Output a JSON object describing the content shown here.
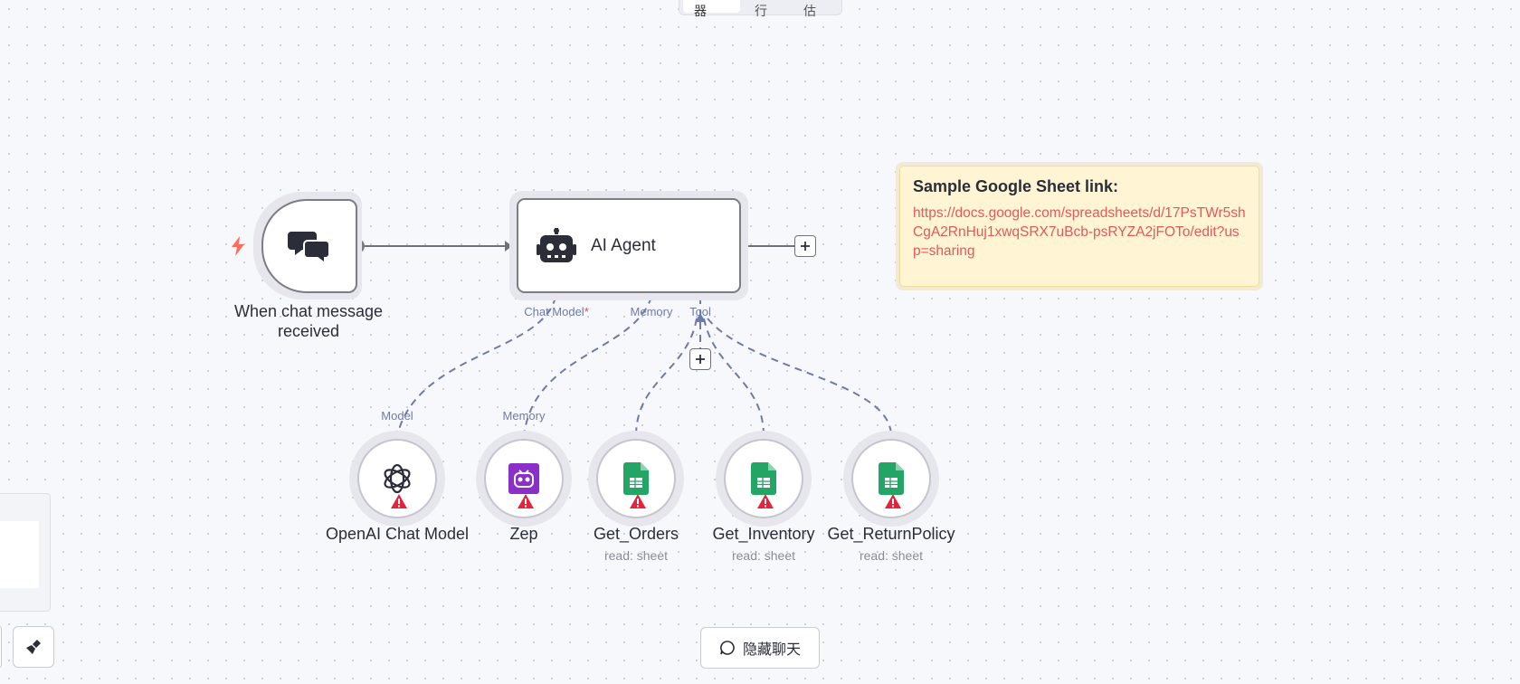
{
  "top_tabs": [
    {
      "label": "编辑器",
      "active": true
    },
    {
      "label": "执行",
      "active": false
    },
    {
      "label": "评估",
      "active": false
    }
  ],
  "nodes": {
    "trigger": {
      "label": "When chat message received",
      "icon": "chat-bubbles-icon"
    },
    "agent": {
      "label": "AI Agent",
      "icon": "robot-icon"
    },
    "openai": {
      "label": "OpenAI Chat Model",
      "icon": "openai-logo-icon",
      "input_label": "Model"
    },
    "zep": {
      "label": "Zep",
      "icon": "zep-logo-icon",
      "input_label": "Memory"
    },
    "get_orders": {
      "label": "Get_Orders",
      "subtitle": "read: sheet",
      "icon": "google-sheets-icon"
    },
    "get_inventory": {
      "label": "Get_Inventory",
      "subtitle": "read: sheet",
      "icon": "google-sheets-icon"
    },
    "get_returnpolicy": {
      "label": "Get_ReturnPolicy",
      "subtitle": "read: sheet",
      "icon": "google-sheets-icon"
    }
  },
  "agent_ports": {
    "chat_model": "Chat Model",
    "chat_model_required": "*",
    "memory": "Memory",
    "tool": "Tool"
  },
  "sticky": {
    "title": "Sample Google Sheet link:",
    "link": "https://docs.google.com/spreadsheets/d/17PsTWr5shCgA2RnHuj1xwqSRX7uBcb-psRYZA2jFOTo/edit?usp=sharing"
  },
  "bottom": {
    "hide_chat_label": "隐藏聊天"
  },
  "colors": {
    "connector": "#6f7aab",
    "warning": "#e5233b",
    "sheets_green": "#23a566",
    "sticky_bg": "#fff5d4",
    "link": "#e5585a",
    "trigger_bolt": "#ff6d5a"
  }
}
